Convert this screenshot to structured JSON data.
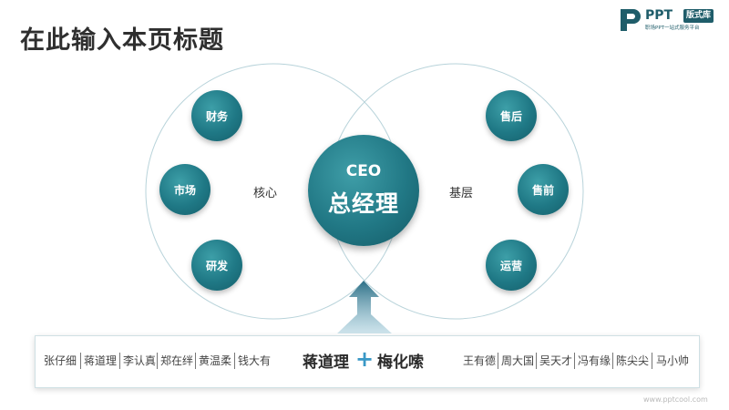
{
  "title": "在此输入本页标题",
  "logo": {
    "word": "PPT",
    "badge": "版式库",
    "slogan": "职场PPT一站式服务平台"
  },
  "center": {
    "line1": "CEO",
    "line2": "总经理"
  },
  "left_circle": {
    "label": "核心",
    "nodes": [
      "财务",
      "市场",
      "研发"
    ]
  },
  "right_circle": {
    "label": "基层",
    "nodes": [
      "售后",
      "售前",
      "运营"
    ]
  },
  "bottom": {
    "left_people": [
      "张仔细",
      "蒋道理",
      "李认真",
      "郑在绊",
      "黄温柔",
      "钱大有"
    ],
    "leader1": "蒋道理",
    "plus": "+",
    "leader2": "梅化嗦",
    "right_people": [
      "王有德",
      "周大国",
      "吴天才",
      "冯有缘",
      "陈尖尖",
      "马小帅"
    ]
  },
  "watermark": "www.pptcool.com",
  "colors": {
    "node": "#1f7885",
    "accent": "#3a98c6",
    "outline": "#b8d3da"
  }
}
